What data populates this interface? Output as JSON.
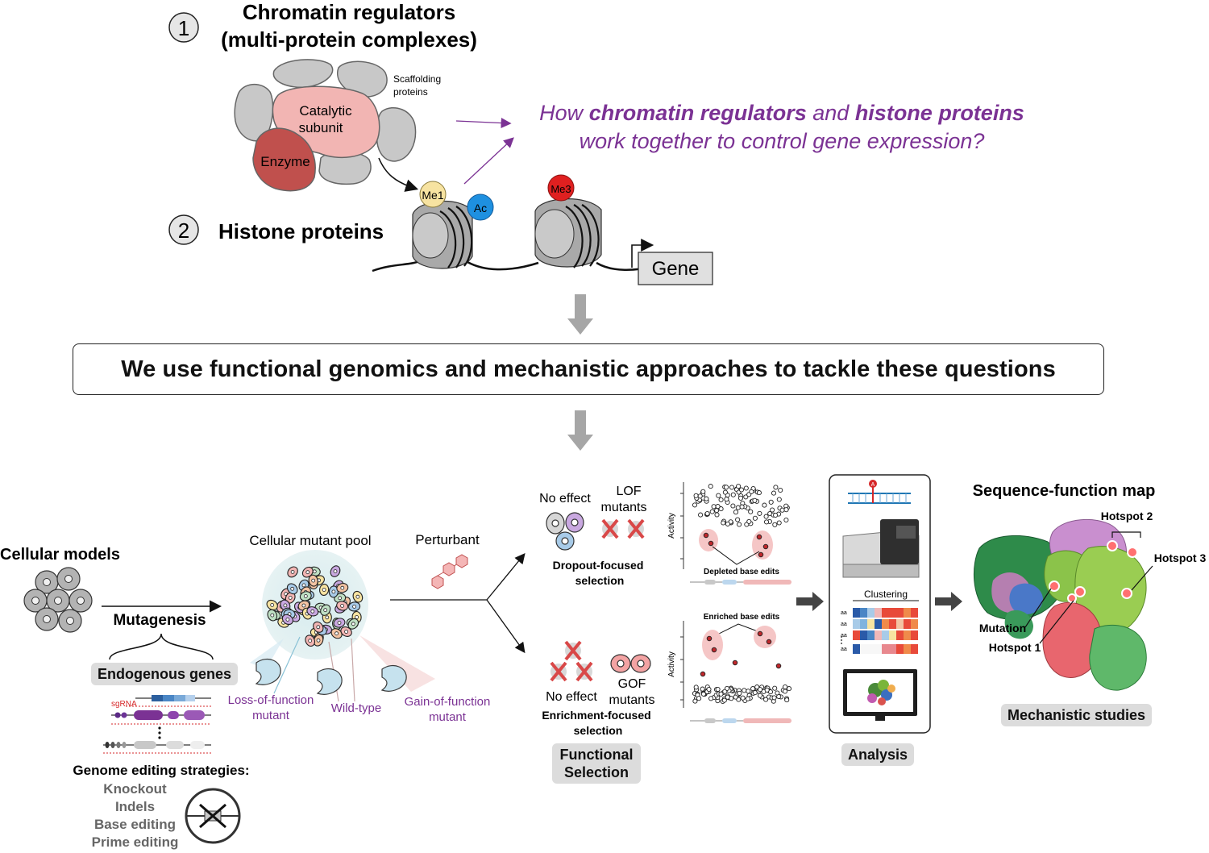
{
  "section1": {
    "number": "1",
    "title_line1": "Chromatin regulators",
    "title_line2": "(multi-protein complexes)"
  },
  "complex": {
    "scaffolding_line1": "Scaffolding",
    "scaffolding_line2": "proteins",
    "catalytic_line1": "Catalytic",
    "catalytic_line2": "subunit",
    "enzyme": "Enzyme"
  },
  "question": {
    "part1": "How ",
    "bold1": "chromatin regulators",
    "part2": " and ",
    "bold2": "histone proteins",
    "line2": "work together to control gene expression?"
  },
  "section2": {
    "number": "2",
    "title": "Histone proteins"
  },
  "marks": {
    "me1": "Me1",
    "ac": "Ac",
    "me3": "Me3",
    "gene": "Gene"
  },
  "banner": "We use functional genomics and mechanistic approaches to tackle these questions",
  "cellular": {
    "title": "Cellular models",
    "mutagenesis": "Mutagenesis",
    "endogenous": "Endogenous genes",
    "sgrna": "sgRNA",
    "strategies_title": "Genome editing strategies:",
    "strategies": [
      "Knockout",
      "Indels",
      "Base editing",
      "Prime editing"
    ]
  },
  "pool": {
    "title": "Cellular mutant pool",
    "lof_line1": "Loss-of-function",
    "lof_line2": "mutant",
    "wt": "Wild-type",
    "gof_line1": "Gain-of-function",
    "gof_line2": "mutant",
    "perturbant": "Perturbant"
  },
  "selection": {
    "no_effect": "No effect",
    "lof_line1": "LOF",
    "lof_line2": "mutants",
    "dropout_line1": "Dropout-focused",
    "dropout_line2": "selection",
    "gof_line1": "GOF",
    "gof_line2": "mutants",
    "enrich_line1": "Enrichment-focused",
    "enrich_line2": "selection",
    "tag_line1": "Functional",
    "tag_line2": "Selection",
    "activity": "Activity",
    "depleted": "Depleted base edits",
    "enriched": "Enriched base edits"
  },
  "analysis": {
    "clustering": "Clustering",
    "tag": "Analysis",
    "row_label": "aa",
    "marker": "A"
  },
  "map": {
    "title": "Sequence-function map",
    "hotspot1": "Hotspot 1",
    "hotspot2": "Hotspot 2",
    "hotspot3": "Hotspot 3",
    "mutation": "Mutation",
    "tag": "Mechanistic studies"
  },
  "colors": {
    "purple": "#7b3294",
    "red": "#cc3333",
    "gray_arrow": "#a6a6a6",
    "tag_bg": "#dcdcdc"
  }
}
